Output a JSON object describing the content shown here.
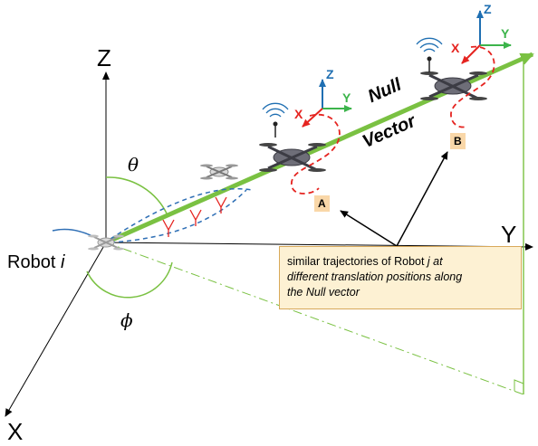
{
  "axes": {
    "z_label": "Z",
    "y_label": "Y",
    "x_label": "X"
  },
  "robot_label": {
    "text": "Robot ",
    "italic": "i"
  },
  "angles": {
    "theta": "θ",
    "phi": "ϕ"
  },
  "null_vector": {
    "word1": "Null",
    "word2": "Vector"
  },
  "markers": {
    "a": "A",
    "b": "B"
  },
  "frames": {
    "a": {
      "x": "X",
      "y": "Y",
      "z": "Z"
    },
    "b": {
      "x": "X",
      "y": "Y",
      "z": "Z"
    }
  },
  "callout": {
    "line1_plain": "similar trajectories  of  Robot ",
    "line1_italic": "j at",
    "line2": "different translation positions along",
    "line3": "the Null vector"
  },
  "colors": {
    "null_vector": "#7ac142",
    "angle_arc": "#7ac142",
    "trajectory": "#e52420",
    "frame_x": "#e52420",
    "frame_y": "#3cb44b",
    "frame_z": "#1f6fb2",
    "antenna": "#e52420",
    "comm_path": "#2f6fb5",
    "badge": "#f9d7a8",
    "callout_bg": "#fdf1d3",
    "callout_border": "#d8a95a"
  }
}
